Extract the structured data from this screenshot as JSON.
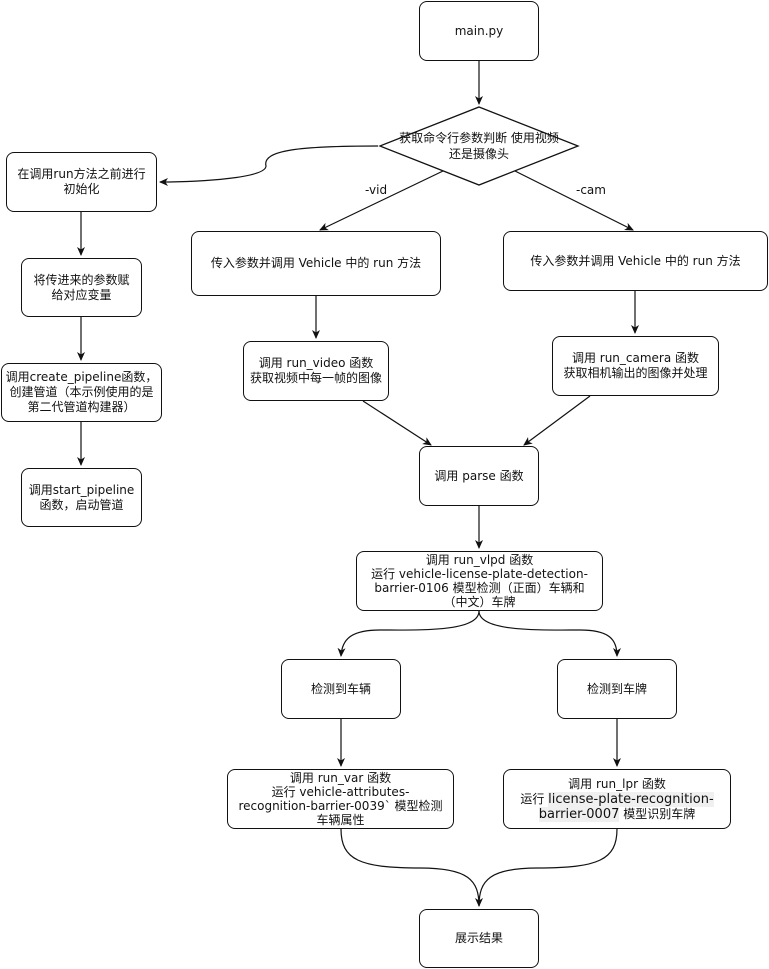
{
  "nodes": {
    "main": "main.py",
    "decision_line1": "获取命令行参数判断",
    "decision_line2": "使用视频还是摄像头",
    "init": "在调用run方法之前进行初始化",
    "assign": "将传进来的参数赋给对应变量",
    "create_pipeline": "调用create_pipeline函数，创建管道（本示例使用的是第二代管道构建器）",
    "start_pipeline": "调用start_pipeline函数，启动管道",
    "run_vid": "传入参数并调用 Vehicle 中的 run 方法",
    "run_cam": "传入参数并调用 Vehicle 中的 run 方法",
    "run_video_line1": "调用 run_video 函数",
    "run_video_line2": "获取视频中每一帧的图像",
    "run_camera_line1": "调用 run_camera 函数",
    "run_camera_line2": "获取相机输出的图像并处理",
    "parse": "调用 parse 函数",
    "vlpd_line1": "调用 run_vlpd 函数",
    "vlpd_line2": "运行 vehicle-license-plate-detection-barrier-0106 模型检测（正面）车辆和（中文）车牌",
    "detect_vehicle": "检测到车辆",
    "detect_plate": "检测到车牌",
    "var_line1": "调用 run_var 函数",
    "var_line2": "运行 vehicle-attributes-recognition-barrier-0039` 模型检测车辆属性",
    "lpr_line1": "调用 run_lpr 函数",
    "lpr_line2_prefix": "运行 ",
    "lpr_line2_model": "license-plate-recognition-barrier-0007",
    "lpr_line2_suffix": " 模型识别车牌",
    "result": "展示结果"
  },
  "edge_labels": {
    "vid": "-vid",
    "cam": "-cam"
  },
  "colors": {
    "stroke": "#111111",
    "background": "#ffffff"
  }
}
